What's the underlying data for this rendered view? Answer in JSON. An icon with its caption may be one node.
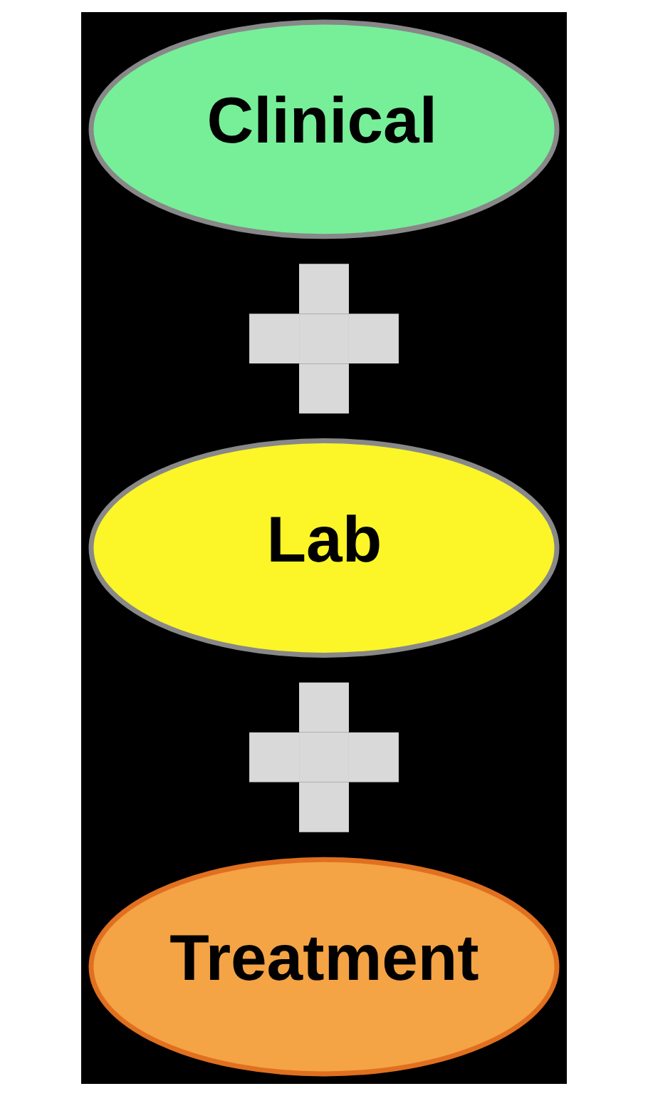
{
  "diagram": {
    "nodes": [
      {
        "text": [
          "Clinical"
        ]
      },
      {
        "text": [],
        "shape": "cross"
      },
      {
        "text": [
          "Lab"
        ]
      },
      {
        "text": [],
        "shape": "cross"
      },
      {
        "text": [
          "Treatment"
        ]
      }
    ]
  }
}
